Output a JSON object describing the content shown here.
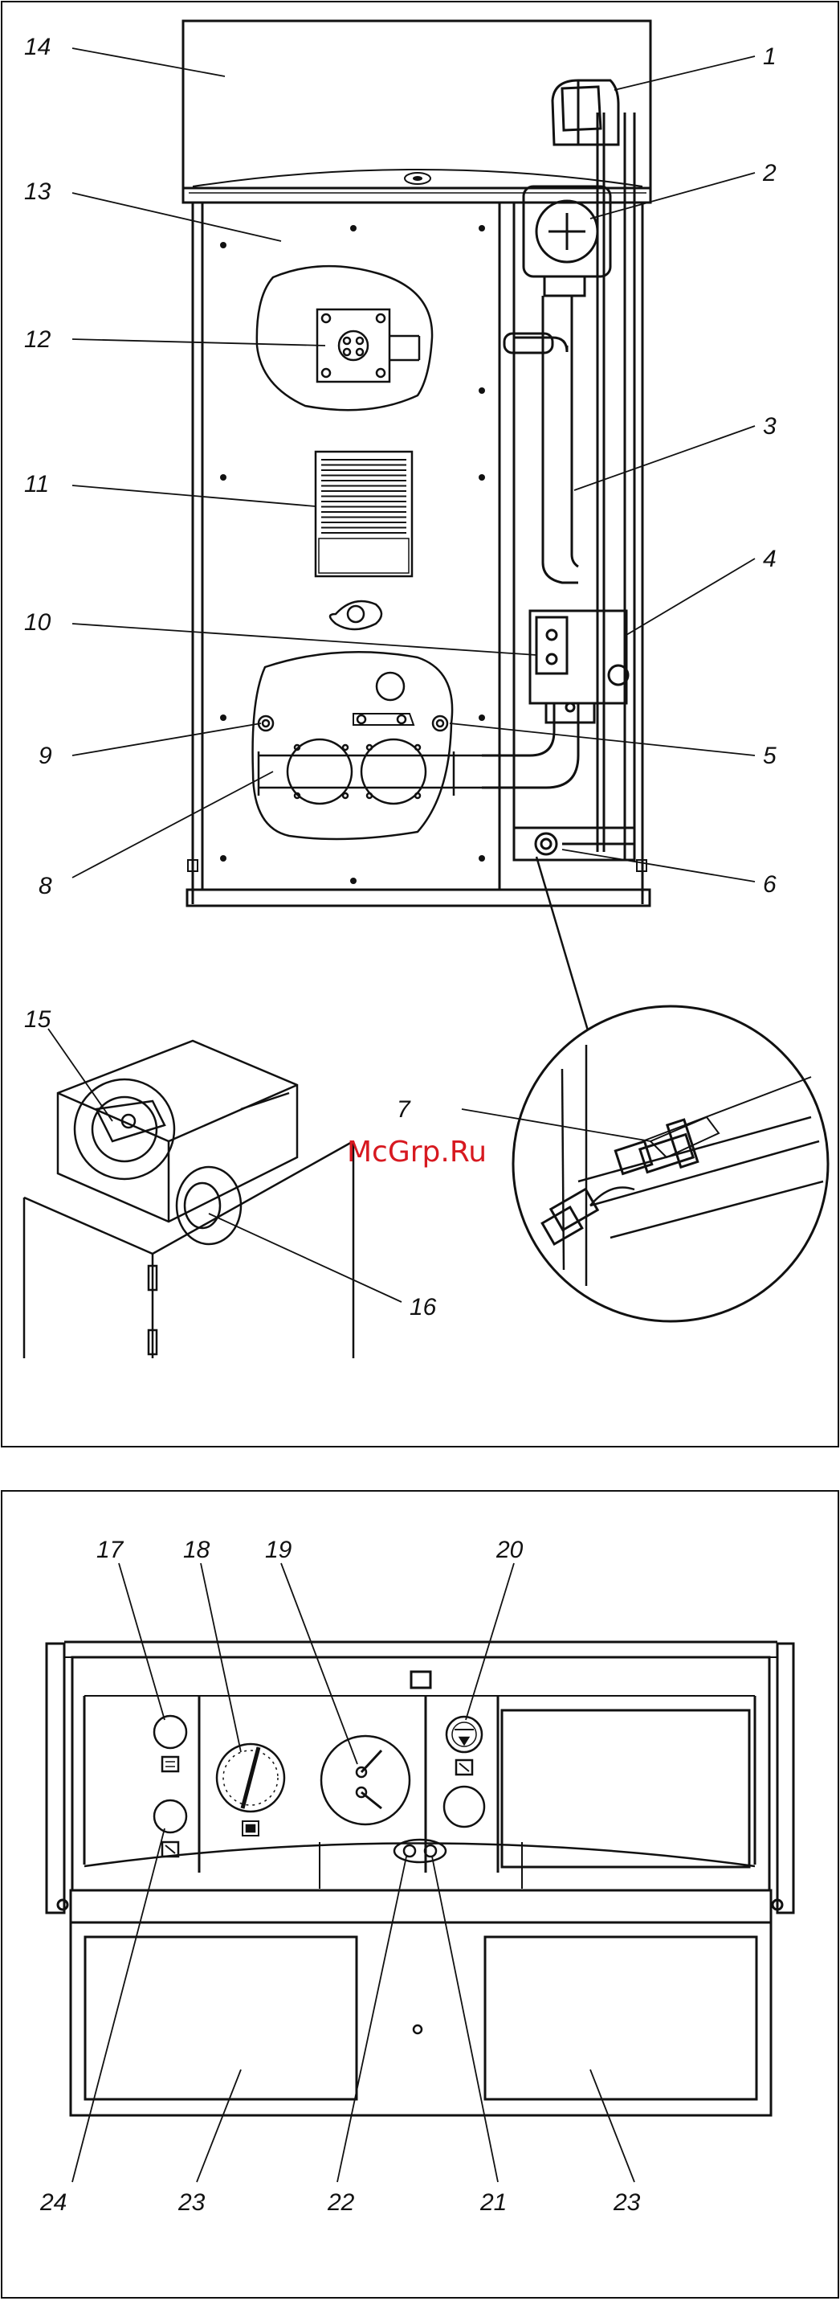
{
  "upper_panel": {
    "callouts": [
      "1",
      "2",
      "3",
      "4",
      "5",
      "6",
      "7",
      "8",
      "9",
      "10",
      "11",
      "12",
      "13",
      "14",
      "15",
      "16"
    ]
  },
  "lower_panel": {
    "callouts": [
      "17",
      "18",
      "19",
      "20",
      "21",
      "22",
      "23",
      "23",
      "24"
    ]
  },
  "watermark": "McGrp.Ru",
  "colors": {
    "line": "#111111",
    "watermark": "#d71920",
    "background": "#ffffff"
  }
}
